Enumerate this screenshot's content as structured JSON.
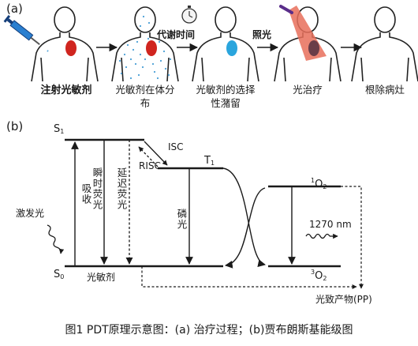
{
  "panel_a": {
    "label": "(a)",
    "stages": [
      {
        "label": "注射光敏剂"
      },
      {
        "label": "光敏剂在体分布"
      },
      {
        "label": "光敏剂的选择性潴留"
      },
      {
        "label": "光治疗"
      },
      {
        "label": "根除病灶"
      }
    ],
    "arrow_labels": {
      "metabolism": "代谢时间",
      "light": "照光"
    },
    "colors": {
      "organ_red": "#d0251f",
      "organ_blue": "#2aa5dd",
      "dots": "#4a9fd6",
      "beam": "#e86f5a",
      "laser": "#5a2e8a"
    }
  },
  "panel_b": {
    "label": "(b)",
    "states": {
      "s1": "S",
      "s1_sub": "1",
      "s0": "S",
      "s0_sub": "0",
      "t1": "T",
      "t1_sub": "1",
      "o2_singlet_sup": "1",
      "o2_singlet": "O",
      "o2_singlet_sub": "2",
      "o2_triplet_sup": "3",
      "o2_triplet": "O",
      "o2_triplet_sub": "2"
    },
    "transitions": {
      "absorption": "吸收",
      "instant_fluorescence": "瞬时荧光",
      "delayed_fluorescence": "延迟荧光",
      "phosphorescence": "磷光",
      "isc": "ISC",
      "risc": "RISC",
      "emission": "1270 nm"
    },
    "excitation_light": "激发光",
    "photosensitizer": "光敏剂",
    "photoproduct": "光致产物(PP)"
  },
  "caption": "图1  PDT原理示意图：(a) 治疗过程；(b)贾布朗斯基能级图"
}
